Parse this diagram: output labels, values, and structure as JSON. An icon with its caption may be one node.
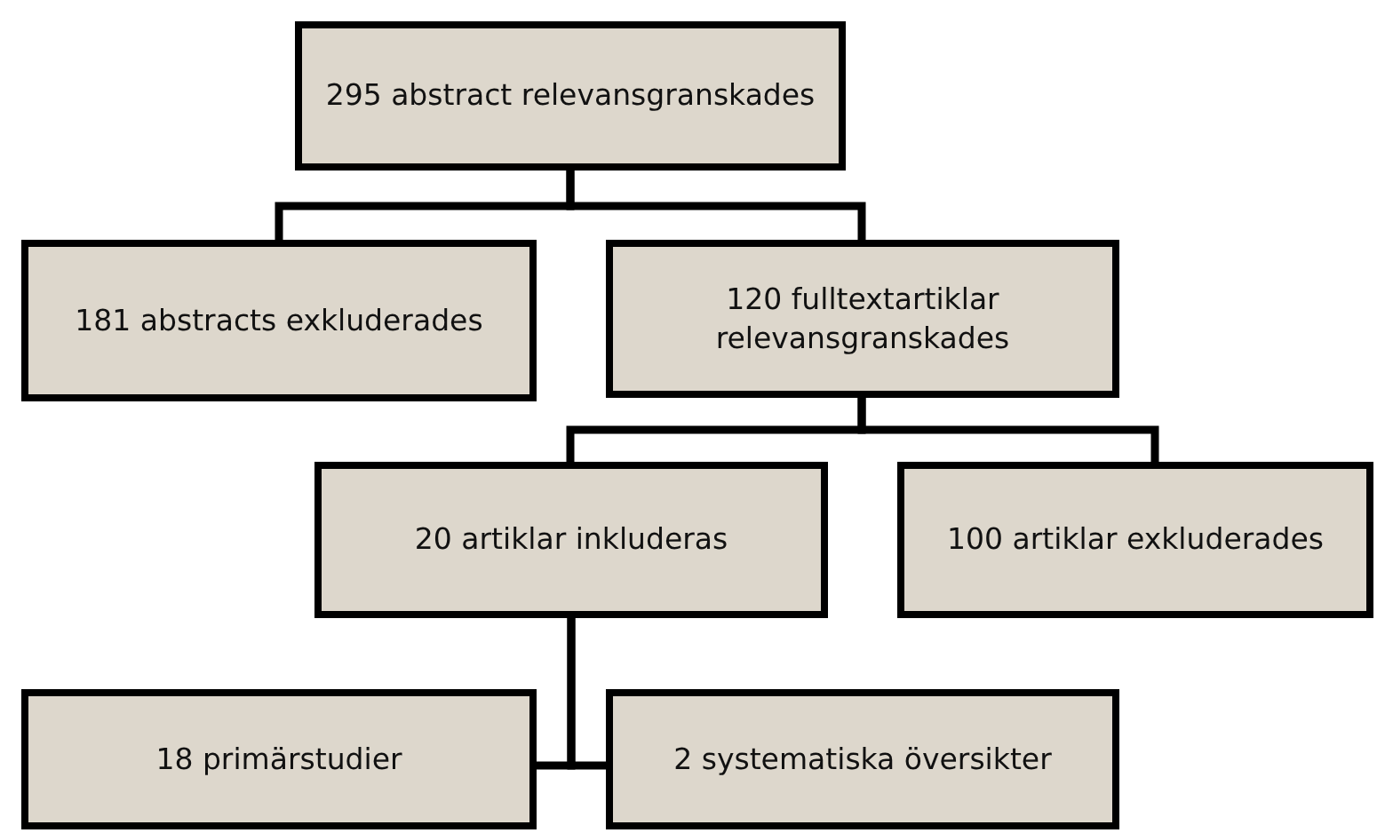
{
  "diagram": {
    "nodes": [
      {
        "text": [
          "295 abstract relevansgranskades"
        ]
      },
      {
        "text": [
          "181 abstracts exkluderades"
        ]
      },
      {
        "text": [
          "120 fulltextartiklar relevansgranskades"
        ]
      },
      {
        "text": [
          "20 artiklar inkluderas"
        ]
      },
      {
        "text": [
          "100 artiklar exkluderades"
        ]
      },
      {
        "text": [
          "18 primärstudier"
        ]
      },
      {
        "text": [
          "2 systematiska översikter"
        ]
      }
    ],
    "edges": [
      {
        "from": 0,
        "to": 1,
        "arrow": "none"
      },
      {
        "from": 0,
        "to": 2,
        "arrow": "none"
      },
      {
        "from": 2,
        "to": 3,
        "arrow": "none"
      },
      {
        "from": 2,
        "to": 4,
        "arrow": "none"
      },
      {
        "from": 3,
        "to": 5,
        "arrow": "none"
      },
      {
        "from": 3,
        "to": 6,
        "arrow": "none"
      }
    ]
  }
}
